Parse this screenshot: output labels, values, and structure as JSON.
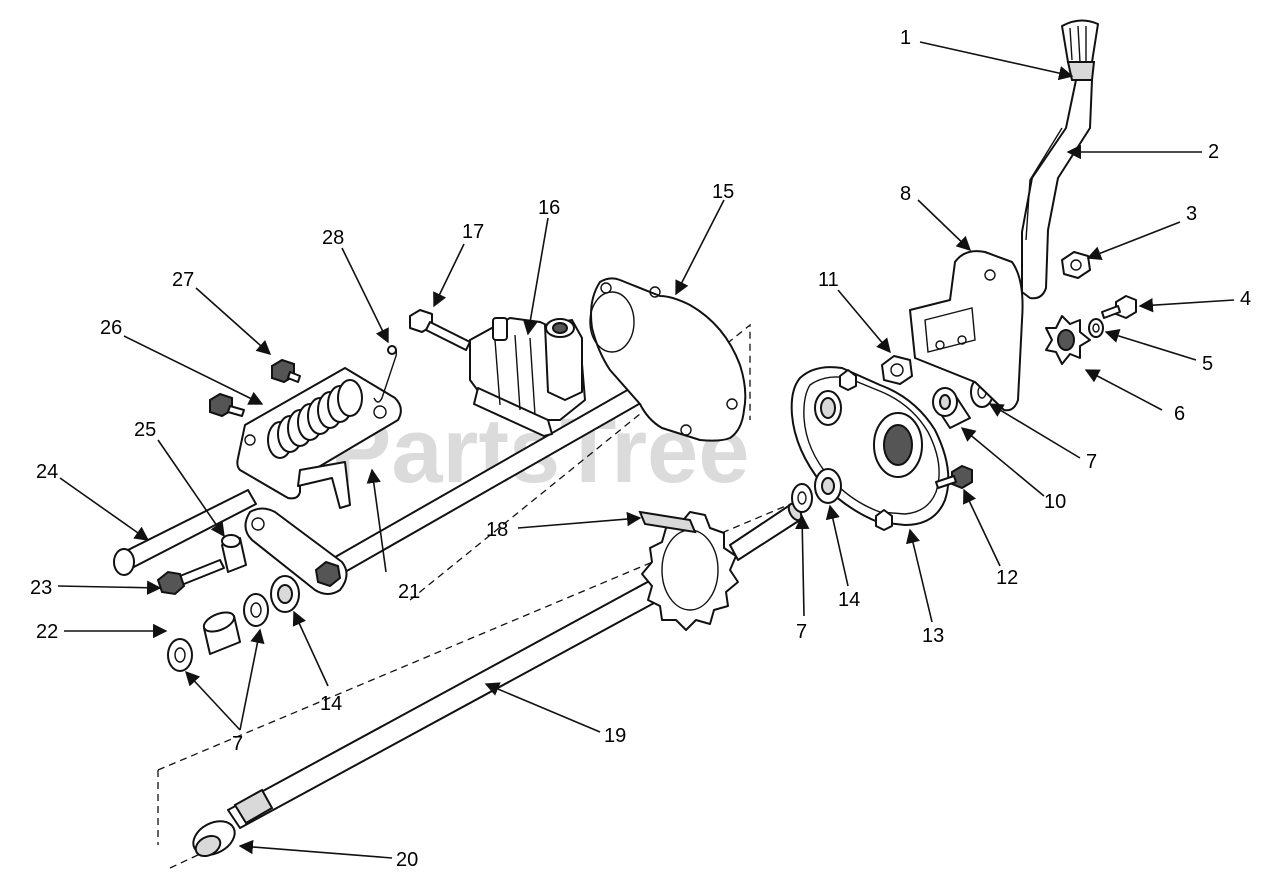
{
  "watermark": "PartsTree",
  "colors": {
    "ink": "#111111",
    "watermark": "#cfcfcf",
    "background": "#ffffff"
  },
  "callouts": {
    "c1": "1",
    "c2": "2",
    "c3": "3",
    "c4": "4",
    "c5": "5",
    "c6": "6",
    "c7a": "7",
    "c7b": "7",
    "c7c": "7",
    "c8": "8",
    "c10": "10",
    "c11": "11",
    "c12": "12",
    "c13": "13",
    "c14a": "14",
    "c14b": "14",
    "c15": "15",
    "c16": "16",
    "c17": "17",
    "c18": "18",
    "c19": "19",
    "c20": "20",
    "c21": "21",
    "c22": "22",
    "c23": "23",
    "c24": "24",
    "c25": "25",
    "c26": "26",
    "c27": "27",
    "c28": "28"
  }
}
